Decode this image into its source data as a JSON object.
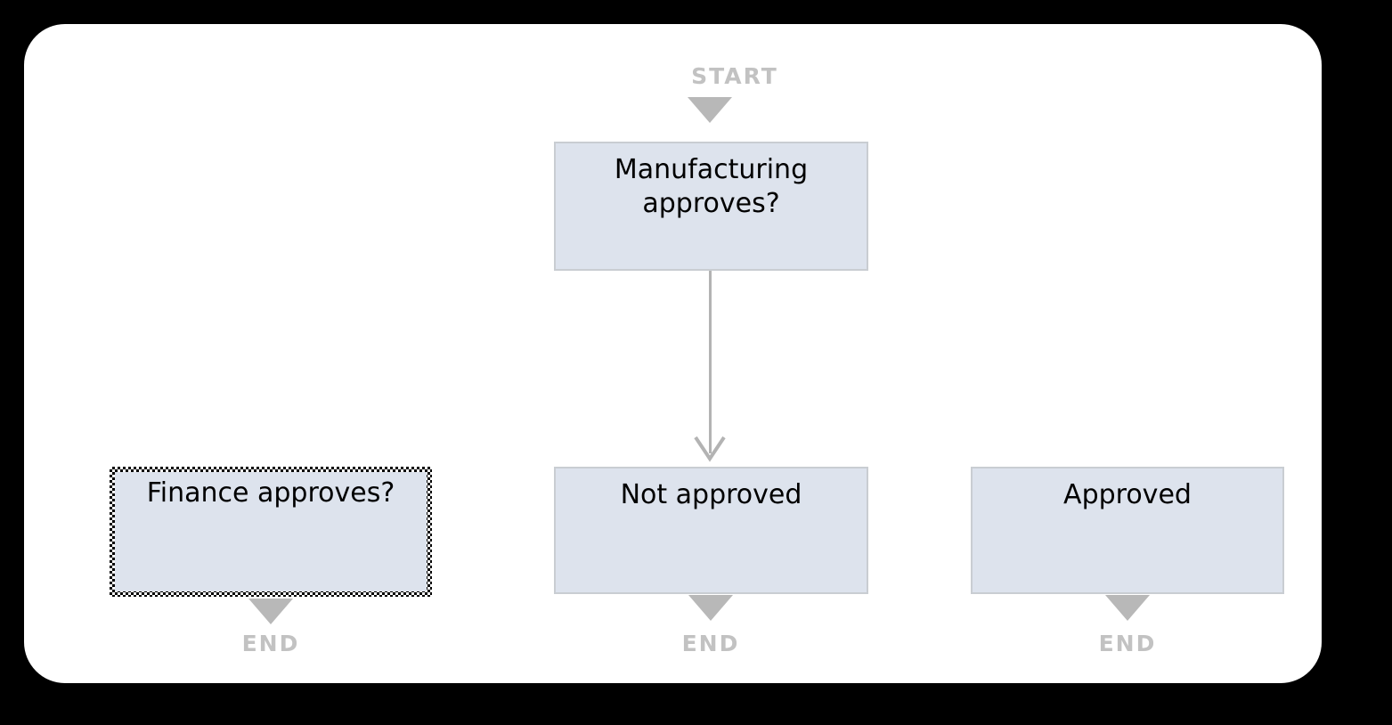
{
  "canvas": {
    "background_color": "#ffffff",
    "page_background_color": "#000000"
  },
  "theme": {
    "node_fill": "#dde3ed",
    "node_border": "#c9cdd2",
    "connector_color": "#b3b3b3",
    "terminal_color": "#c2c2c2",
    "text_color": "#000000"
  },
  "diagram": {
    "type": "flowchart",
    "terminals": {
      "start_label": "START",
      "end_label": "END"
    },
    "nodes": [
      {
        "id": "manufacturing",
        "label": "Manufacturing\napproves?",
        "selected": false
      },
      {
        "id": "finance",
        "label": "Finance approves?",
        "selected": true
      },
      {
        "id": "not-approved",
        "label": "Not approved",
        "selected": false
      },
      {
        "id": "approved",
        "label": "Approved",
        "selected": false
      }
    ],
    "edges": [
      {
        "from": "manufacturing",
        "to": "not-approved",
        "label": ""
      }
    ],
    "end_markers": [
      "finance",
      "not-approved",
      "approved"
    ]
  }
}
